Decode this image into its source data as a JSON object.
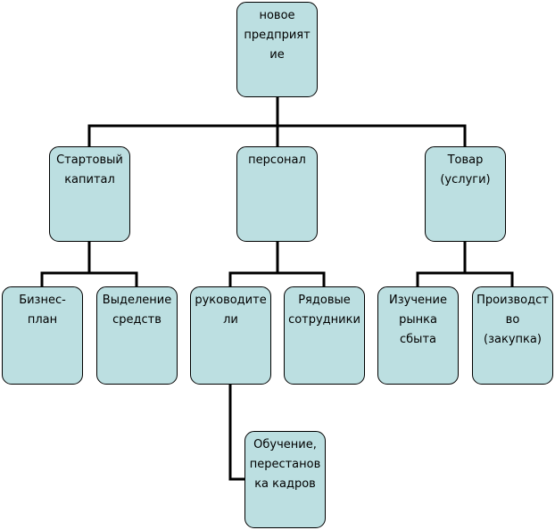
{
  "diagram": {
    "type": "org-chart",
    "box_fill": "#bcdfe1",
    "line_color": "#000000",
    "root": {
      "label": "новое\nпредприят\nие"
    },
    "branches": [
      {
        "label": "Стартовый\nкапитал",
        "children": [
          {
            "label": "Бизнес-\nплан"
          },
          {
            "label": "Выделение\nсредств"
          }
        ]
      },
      {
        "label": "персонал",
        "children": [
          {
            "label": "руководите\nли",
            "children": [
              {
                "label": "Обучение,\nперестанов\nка кадров"
              }
            ]
          },
          {
            "label": "Рядовые\nсотрудники"
          }
        ]
      },
      {
        "label": "Товар\n(услуги)",
        "children": [
          {
            "label": "Изучение\nрынка\nсбыта"
          },
          {
            "label": "Производст\nво\n(закупка)"
          }
        ]
      }
    ]
  }
}
